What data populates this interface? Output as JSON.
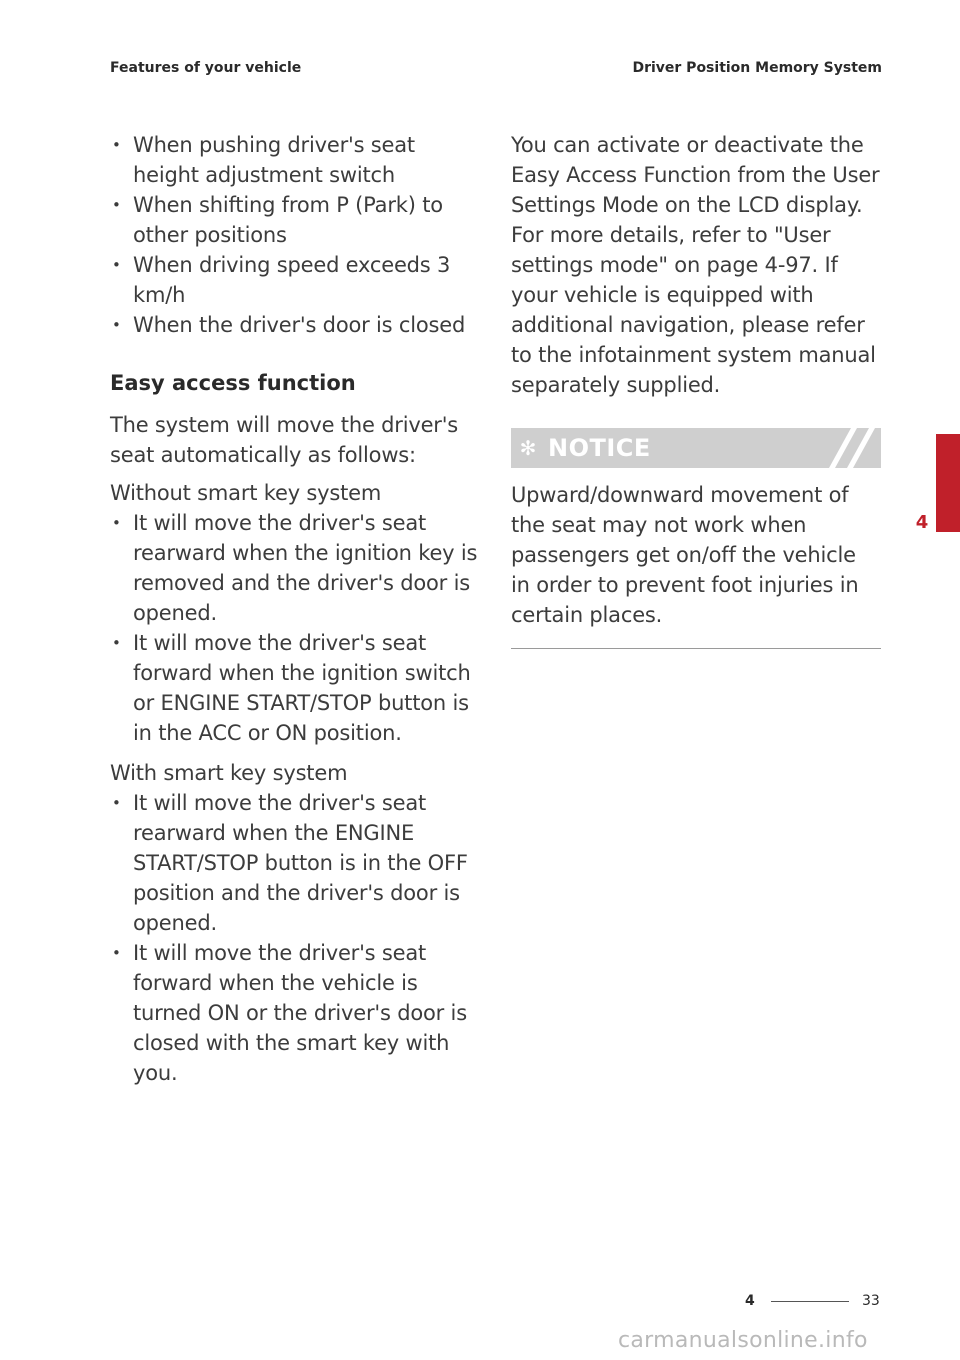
{
  "header": {
    "left": "Features of your vehicle",
    "right": "Driver Position Memory System"
  },
  "left_column": {
    "intro_bullets": [
      "When pushing driver's seat height adjustment switch",
      "When shifting from P (Park) to other positions",
      "When driving speed exceeds 3 km/h",
      "When the driver's door is closed"
    ],
    "section_title": "Easy access function",
    "section_intro": "The system will move the driver's seat automatically as follows:",
    "without_label": "Without smart key system",
    "without_bullets": [
      "It will move the driver's seat rearward when the ignition key is removed and the driver's door is opened.",
      "It will move the driver's seat forward when the ignition switch or ENGINE START/STOP button is in the ACC or ON position."
    ],
    "with_label": "With smart key system",
    "with_bullets": [
      "It will move the driver's seat rearward when the ENGINE START/STOP button is in the OFF position and the driver's door is opened.",
      "It will move the driver's seat forward when the vehicle is turned ON or the driver's door is closed with the smart key with you."
    ]
  },
  "right_column": {
    "paragraph": "You can activate or deactivate the Easy Access Function from the User Settings Mode on the LCD display. For more details, refer to \"User settings mode\" on page 4-97. If your vehicle is equipped with additional navigation, please refer to the infotainment system manual separately supplied.",
    "notice": {
      "icon": "asterisk-icon",
      "label": "NOTICE",
      "body": "Upward/downward movement of the seat may not work when passengers get on/off the vehicle in order to prevent foot injuries in certain places."
    }
  },
  "side_tab": {
    "number": "4",
    "color": "#c0202a"
  },
  "footer": {
    "chapter": "4",
    "page": "33"
  },
  "watermark": "carmanualsonline.info"
}
